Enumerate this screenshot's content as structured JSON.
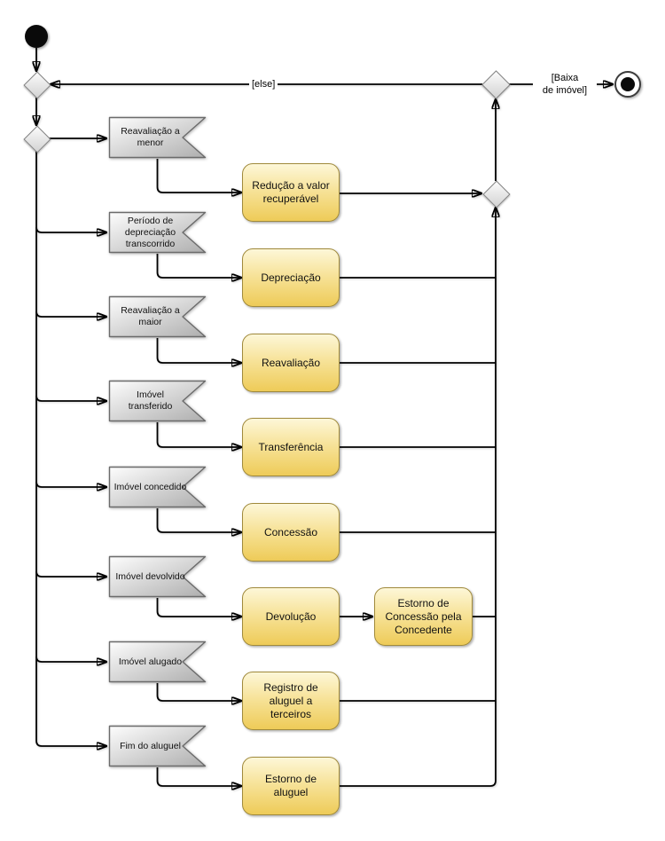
{
  "diagram": {
    "type": "uml-activity-diagram",
    "edge_labels": {
      "else": "[else]",
      "baixa_line1": "[Baixa",
      "baixa_line2": "de imóvel]"
    },
    "events": [
      "Reavaliação a menor",
      "Período de depreciação transcorrido",
      "Reavaliação a maior",
      "Imóvel transferido",
      "Imóvel concedido",
      "Imóvel devolvido",
      "Imóvel alugado",
      "Fim do aluguel"
    ],
    "actions": [
      "Redução a valor recuperável",
      "Depreciação",
      "Reavaliação",
      "Transferência",
      "Concessão",
      "Devolução",
      "Registro de aluguel a terceiros",
      "Estorno de aluguel"
    ],
    "extra_action": "Estorno de Concessão pela Concedente",
    "colors": {
      "action_fill_top": "#fdf7d8",
      "action_fill_bottom": "#eecb58",
      "action_border": "#a08a3c",
      "event_fill_top": "#fdfdfd",
      "event_fill_bottom": "#aeaeae",
      "event_border": "#6b6b6b",
      "diamond_border": "#7f7f7f",
      "edge": "#000000"
    }
  }
}
